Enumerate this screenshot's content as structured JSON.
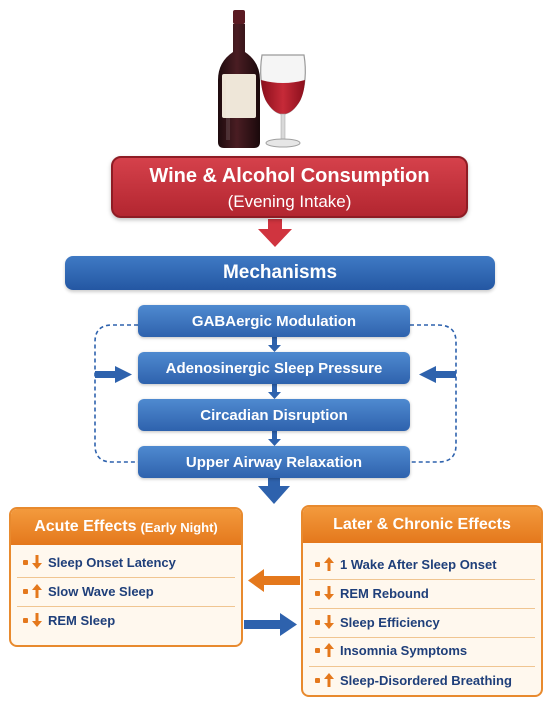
{
  "input": {
    "title": "Wine & Alcohol Consumption",
    "subtitle": "(Evening Intake)"
  },
  "mechanisms": {
    "title": "Mechanisms",
    "items": [
      "GABAergic Modulation",
      "Adenosinergic Sleep Pressure",
      "Circadian Disruption",
      "Upper Airway Relaxation"
    ]
  },
  "acute": {
    "title": "Acute Effects",
    "qualifier": "(Early Night)",
    "items": [
      {
        "direction": "down",
        "label": "Sleep Onset Latency"
      },
      {
        "direction": "up",
        "label": "Slow Wave Sleep"
      },
      {
        "direction": "down",
        "label": "REM Sleep"
      }
    ]
  },
  "chronic": {
    "title": "Later & Chronic Effects",
    "items": [
      {
        "direction": "up",
        "label": "1 Wake After Sleep Onset"
      },
      {
        "direction": "down",
        "label": "REM Rebound"
      },
      {
        "direction": "down",
        "label": "Sleep Efficiency"
      },
      {
        "direction": "up",
        "label": "Insomnia Symptoms"
      },
      {
        "direction": "up",
        "label": "Sleep-Disordered Breathing"
      }
    ]
  },
  "colors": {
    "red": "#c0303a",
    "blue": "#2e62ad",
    "orange": "#e4781c",
    "wine": "#b3202c"
  },
  "icons": {
    "up": "arrow-up-icon",
    "down": "arrow-down-icon"
  }
}
